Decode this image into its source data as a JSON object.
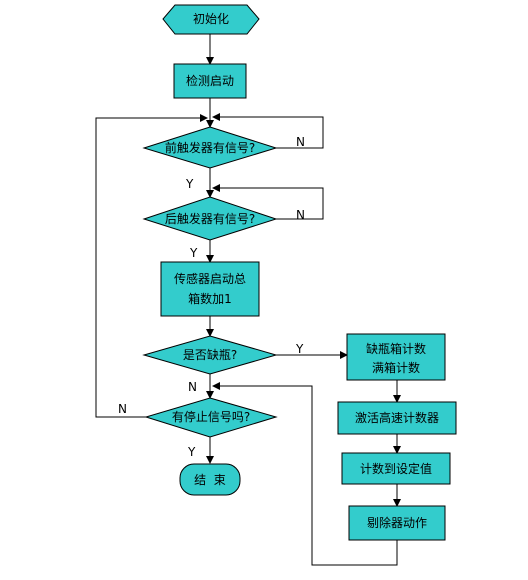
{
  "colors": {
    "node_fill": "#33cccc",
    "line": "#000000",
    "background": "#ffffff"
  },
  "nodes": {
    "start": "初始化",
    "detect": "检测启动",
    "front_signal": "前触发器有信号?",
    "rear_signal": "后触发器有信号?",
    "sensor": {
      "line1": "传感器启动总",
      "line2": "箱数加1"
    },
    "missing": "是否缺瓶?",
    "count": {
      "line1": "缺瓶箱计数",
      "line2": "满箱计数"
    },
    "activate": "激活高速计数器",
    "reach": "计数到设定值",
    "reject": "剔除器动作",
    "stop_signal": "有停止信号吗?",
    "end": "结  束"
  },
  "edge_labels": {
    "front_no": "N",
    "front_yes": "Y",
    "rear_no": "N",
    "rear_yes": "Y",
    "missing_yes": "Y",
    "missing_no": "N",
    "stop_no": "N",
    "stop_yes": "Y"
  }
}
